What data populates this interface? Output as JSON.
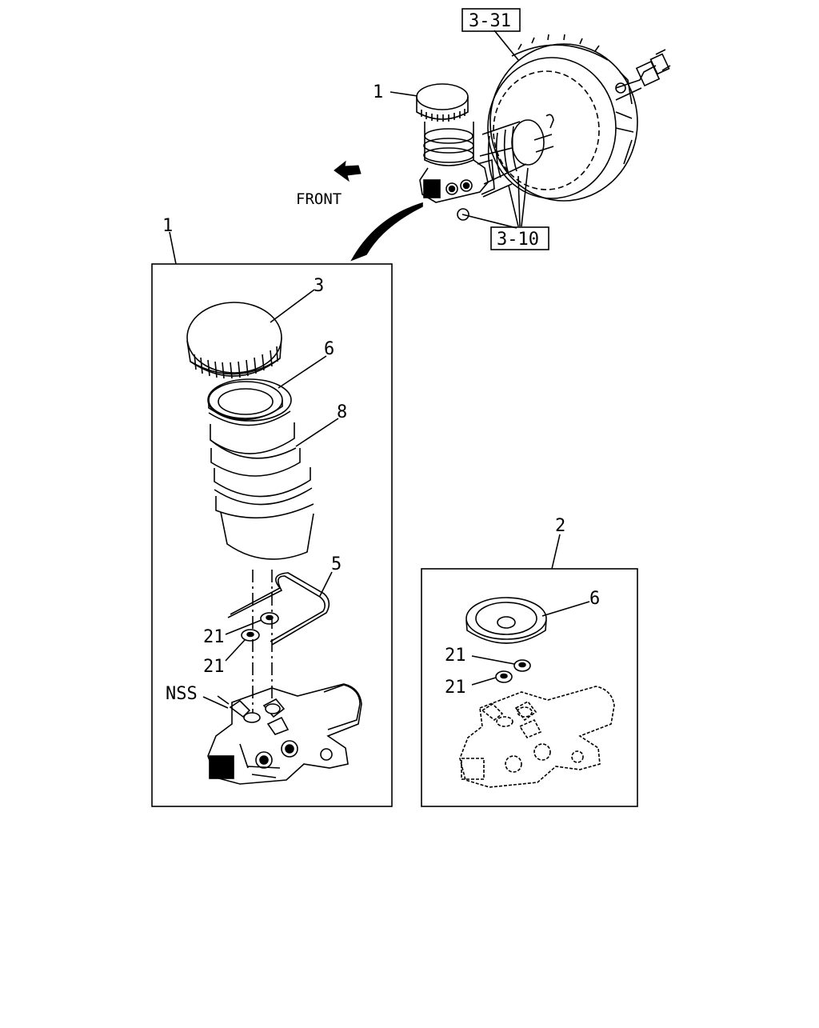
{
  "diagram": {
    "top_assembly": {
      "callout_reservoir": "1",
      "ref_booster": "3-31",
      "ref_nuts": "3-10",
      "direction_label": "FRONT",
      "direction_icon": "arrow-left-icon"
    },
    "panel_1": {
      "panel_number": "1",
      "callout_cap": "3",
      "callout_seal": "6",
      "callout_tank": "8",
      "callout_clip": "5",
      "callout_grommet_upper": "21",
      "callout_grommet_lower": "21",
      "callout_body": "NSS"
    },
    "panel_2": {
      "panel_number": "2",
      "callout_seal": "6",
      "callout_grommet_upper": "21",
      "callout_grommet_lower": "21"
    }
  }
}
